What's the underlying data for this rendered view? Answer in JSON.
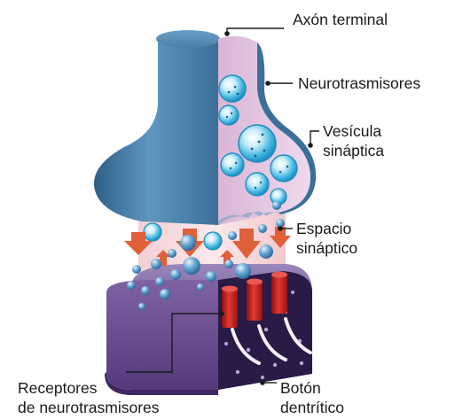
{
  "labels": {
    "axon_terminal": "Axón terminal",
    "neurotransmitters": "Neurotrasmisores",
    "synaptic_vesicle_line1": "Vesícula",
    "synaptic_vesicle_line2": "sináptica",
    "synaptic_cleft_line1": "Espacio",
    "synaptic_cleft_line2": "sináptico",
    "receptors_line1": "Receptores",
    "receptors_line2": "de neurotrasmisores",
    "dendritic_button_line1": "Botón",
    "dendritic_button_line2": "dentrítico"
  },
  "colors": {
    "axon_blue": "#4a7fa8",
    "axon_cut_pink": "#e7cbe4",
    "cleft_pink": "#f6dcdf",
    "arrow_orange": "#e0603a",
    "vesicle_cyan": "#3fb6e0",
    "dendrite_purple": "#6a4d8c",
    "dendrite_dark": "#2a1a46",
    "receptor_red": "#c62020"
  }
}
